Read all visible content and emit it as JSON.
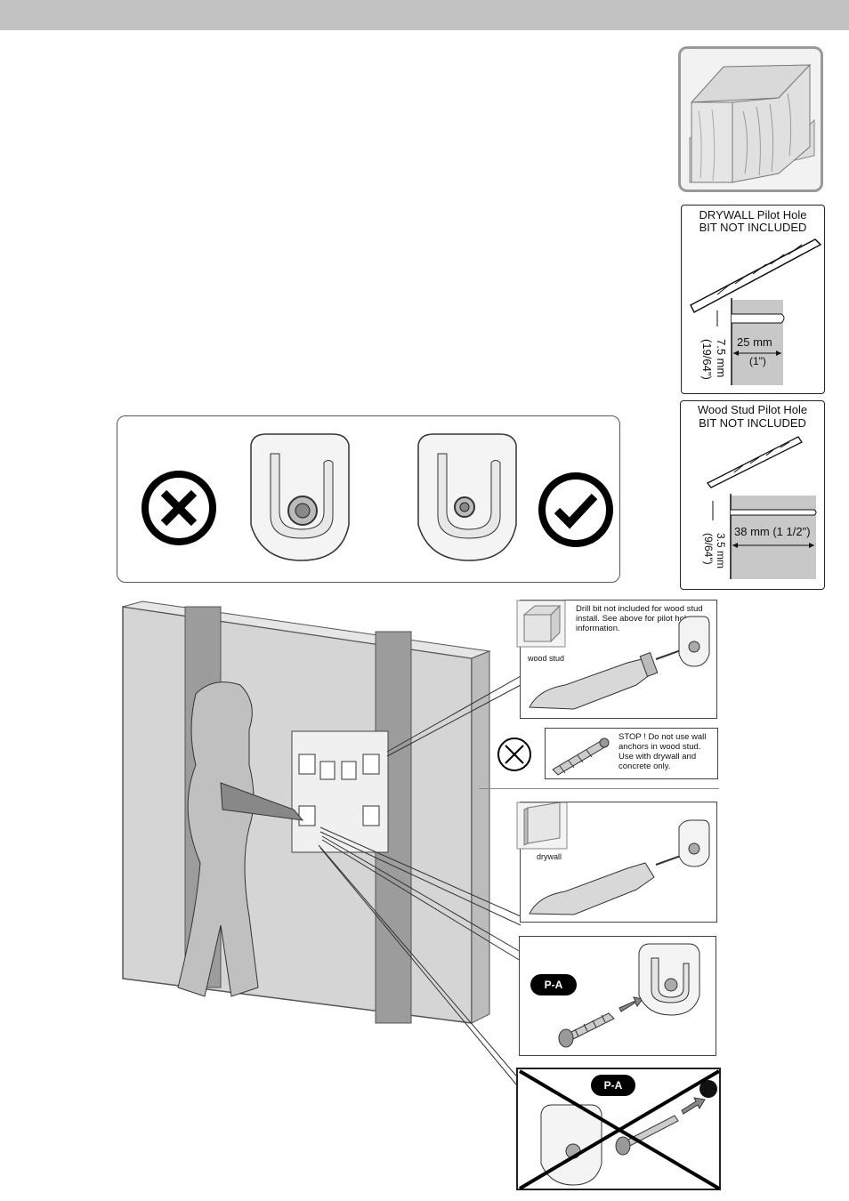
{
  "header": {
    "bar_color": "#c2c2c2"
  },
  "drywall_pilot": {
    "title_line1": "DRYWALL Pilot Hole",
    "title_line2": "BIT NOT INCLUDED",
    "depth": "25 mm",
    "depth_in": "(1\")",
    "diameter": "7.5 mm",
    "diameter_in": "(19/64\")"
  },
  "wood_pilot": {
    "title_line1": "Wood Stud Pilot Hole",
    "title_line2": "BIT NOT INCLUDED",
    "depth": "38 mm (1 1/2\")",
    "diameter": "3.5 mm",
    "diameter_in": "(9/64\")"
  },
  "wood_stud_step": {
    "note": "Drill bit not included for wood stud install. See above for pilot hole information.",
    "label": "wood stud"
  },
  "stop_warning": {
    "text": "STOP ! Do not use wall anchors in wood stud. Use with drywall and concrete only."
  },
  "drywall_step": {
    "label": "drywall"
  },
  "anchor_step": {
    "part": "P-A"
  },
  "wrong_anchor_step": {
    "part": "P-A"
  },
  "icons": [
    "wood-block-icon",
    "wrong-x-icon",
    "correct-check-icon",
    "drill-bit-icon",
    "drill-icon",
    "wall-anchor-icon",
    "bracket-icon"
  ]
}
